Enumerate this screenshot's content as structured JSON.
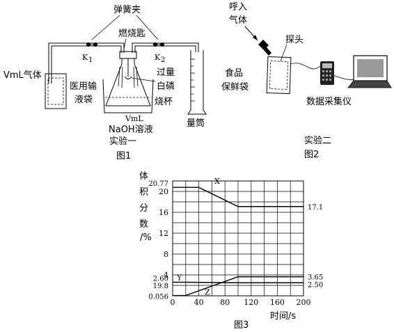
{
  "figure1": {
    "label_clip": "弹簧夹",
    "label_spoon": "燃烧匙",
    "label_k1": "K",
    "label_k1_sub": "1",
    "label_k2": "K",
    "label_k2_sub": "2",
    "label_gas": "VmL气体",
    "label_bag_1": "医用输",
    "label_bag_2": "液袋",
    "label_phos_1": "过量",
    "label_phos_2": "白磷",
    "label_beaker": "烧杯",
    "label_vml": "VmL",
    "label_naoh": "NaOH溶液",
    "label_cylinder": "量筒",
    "label_exp": "实验一",
    "label_fig": "图1"
  },
  "figure2": {
    "label_breath_1": "呼入",
    "label_breath_2": "气体",
    "label_probe": "探头",
    "label_bag_1": "食品",
    "label_bag_2": "保鲜袋",
    "label_collector": "数据采集仪",
    "label_exp": "实验二",
    "label_fig": "图2"
  },
  "chart_data": {
    "type": "line",
    "ylabel_chars": [
      "体",
      "积",
      "分",
      "数",
      "/%"
    ],
    "xlabel": "时间/s",
    "caption": "图3",
    "x_ticks": [
      "0",
      "40",
      "80",
      "120",
      "160",
      "200"
    ],
    "y_ticks": [
      "4",
      "8",
      "12",
      "16",
      "20"
    ],
    "y_extra_left": [
      "20.77",
      "2.60",
      "19.8",
      "0.056"
    ],
    "y_extra_right": [
      "17.1",
      "3.65",
      "2.50"
    ],
    "xlim": [
      0,
      200
    ],
    "ylim": [
      0,
      22
    ],
    "series": [
      {
        "name": "X",
        "x": [
          0,
          40,
          100,
          200
        ],
        "y": [
          20.77,
          20.77,
          17.1,
          17.1
        ]
      },
      {
        "name": "Y",
        "x": [
          0,
          20,
          100,
          200
        ],
        "y": [
          2.6,
          2.6,
          2.5,
          2.5
        ]
      },
      {
        "name": "Z",
        "x": [
          0,
          20,
          100,
          200
        ],
        "y": [
          0.056,
          0.056,
          3.65,
          3.65
        ]
      }
    ]
  }
}
